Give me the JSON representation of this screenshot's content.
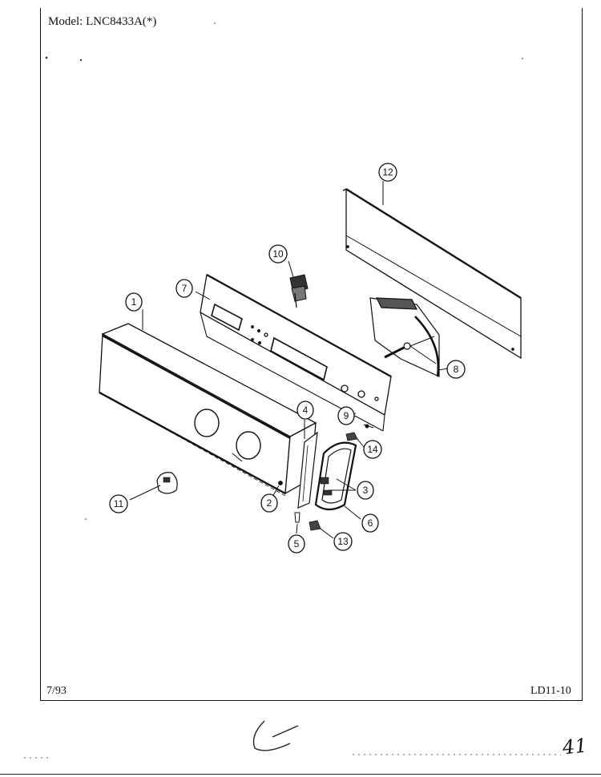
{
  "header": {
    "model_label": "Model:  LNC8433A(*)"
  },
  "footer": {
    "date": "7/93",
    "page_code": "LD11-10"
  },
  "callouts": [
    "1",
    "2",
    "3",
    "4",
    "5",
    "6",
    "7",
    "8",
    "9",
    "10",
    "11",
    "12",
    "13",
    "14"
  ],
  "handwritten_mark": "41"
}
